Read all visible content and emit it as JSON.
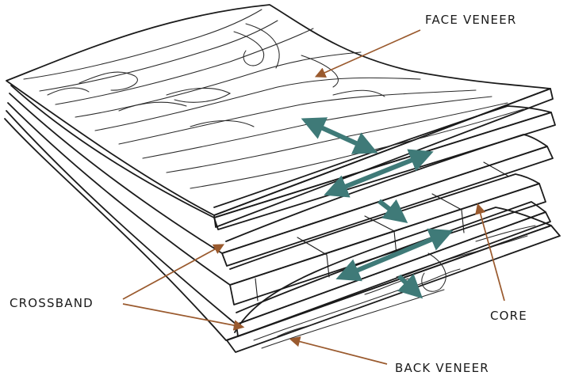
{
  "labels": {
    "face_veneer": "FACE VENEER",
    "crossband": "CROSSBAND",
    "core": "CORE",
    "back_veneer": "BACK VENEER"
  },
  "colors": {
    "grain_arrow": "#3f7a78",
    "leader_arrow": "#9a5a2e",
    "line": "#1b1b1b",
    "background": "#ffffff"
  }
}
